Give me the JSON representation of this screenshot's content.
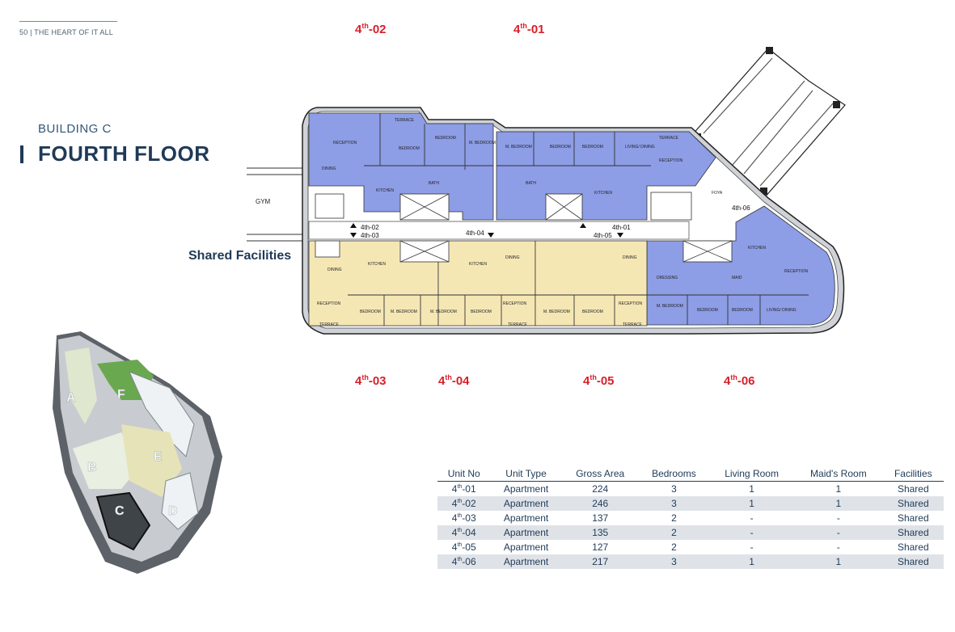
{
  "header": {
    "page_label": "50 | THE HEART OF IT ALL"
  },
  "title": {
    "building": "BUILDING C",
    "floor": "FOURTH FLOOR"
  },
  "unit_labels": {
    "u02": {
      "base": "4",
      "sup": "th",
      "suffix": "-02"
    },
    "u01": {
      "base": "4",
      "sup": "th",
      "suffix": "-01"
    },
    "u03": {
      "base": "4",
      "sup": "th",
      "suffix": "-03"
    },
    "u04": {
      "base": "4",
      "sup": "th",
      "suffix": "-04"
    },
    "u05": {
      "base": "4",
      "sup": "th",
      "suffix": "-05"
    },
    "u06": {
      "base": "4",
      "sup": "th",
      "suffix": "-06"
    }
  },
  "shared_facilities_label": "Shared Facilities",
  "plan_labels": {
    "gym": "GYM",
    "reception": "RECEPTION",
    "terrace": "TERRACE",
    "bedroom": "BEDROOM",
    "m_bedroom": "M. BEDROOM",
    "kitchen": "KITCHEN",
    "dining": "DINING",
    "living_dining": "LIVING/ DINING",
    "bath": "BATH",
    "maid": "MAID",
    "foyer": "FOYA",
    "dressing": "DRESSING",
    "corridor_02": "4th-02",
    "corridor_03": "4th-03",
    "corridor_04": "4th-04",
    "corridor_05": "4th-05",
    "corridor_01": "4th-01",
    "corridor_06": "4th-06"
  },
  "site_plan_labels": {
    "a": "A",
    "b": "B",
    "c": "C",
    "d": "D",
    "e": "E",
    "f": "F"
  },
  "colors": {
    "blue_unit": "#8d9de6",
    "yellow_unit": "#f5e7b4",
    "accent_red": "#d8202a",
    "navy": "#1f3a57"
  },
  "table": {
    "headers": [
      "Unit No",
      "Unit Type",
      "Gross Area",
      "Bedrooms",
      "Living Room",
      "Maid's Room",
      "Facilities"
    ],
    "rows": [
      {
        "unit_base": "4",
        "unit_sup": "th",
        "unit_suffix": "-01",
        "type": "Apartment",
        "area": "224",
        "bedrooms": "3",
        "living": "1",
        "maid": "1",
        "facilities": "Shared"
      },
      {
        "unit_base": "4",
        "unit_sup": "th",
        "unit_suffix": "-02",
        "type": "Apartment",
        "area": "246",
        "bedrooms": "3",
        "living": "1",
        "maid": "1",
        "facilities": "Shared"
      },
      {
        "unit_base": "4",
        "unit_sup": "th",
        "unit_suffix": "-03",
        "type": "Apartment",
        "area": "137",
        "bedrooms": "2",
        "living": "-",
        "maid": "-",
        "facilities": "Shared"
      },
      {
        "unit_base": "4",
        "unit_sup": "th",
        "unit_suffix": "-04",
        "type": "Apartment",
        "area": "135",
        "bedrooms": "2",
        "living": "-",
        "maid": "-",
        "facilities": "Shared"
      },
      {
        "unit_base": "4",
        "unit_sup": "th",
        "unit_suffix": "-05",
        "type": "Apartment",
        "area": "127",
        "bedrooms": "2",
        "living": "-",
        "maid": "-",
        "facilities": "Shared"
      },
      {
        "unit_base": "4",
        "unit_sup": "th",
        "unit_suffix": "-06",
        "type": "Apartment",
        "area": "217",
        "bedrooms": "3",
        "living": "1",
        "maid": "1",
        "facilities": "Shared"
      }
    ]
  }
}
